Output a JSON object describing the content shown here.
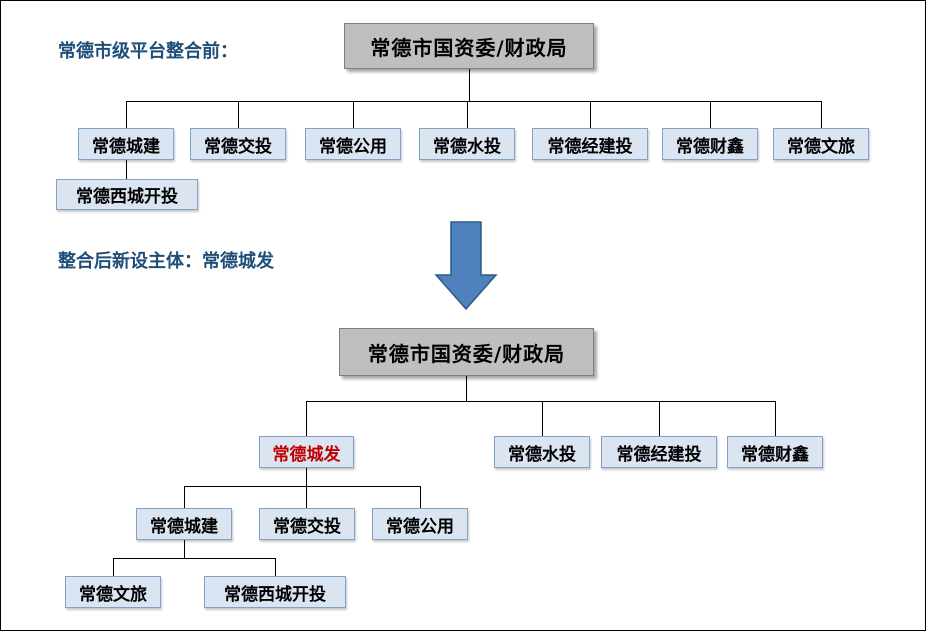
{
  "labels": {
    "before": "常德市级平台整合前：",
    "after": "整合后新设主体：常德城发"
  },
  "before": {
    "root": "常德市国资委/财政局",
    "children": [
      "常德城建",
      "常德交投",
      "常德公用",
      "常德水投",
      "常德经建投",
      "常德财鑫",
      "常德文旅"
    ],
    "grandchild": "常德西城开投"
  },
  "after": {
    "root": "常德市国资委/财政局",
    "level1": [
      "常德城发",
      "常德水投",
      "常德经建投",
      "常德财鑫"
    ],
    "level2": [
      "常德城建",
      "常德交投",
      "常德公用"
    ],
    "level3": [
      "常德文旅",
      "常德西城开投"
    ]
  },
  "colors": {
    "root-bg": "#BFBFBF",
    "child-bg": "#DBE5F1",
    "child-border": "#84A1C3",
    "label-blue": "#1F4E79",
    "highlight-red": "#C00000",
    "arrow-fill": "#4F81BD",
    "arrow-stroke": "#2E5A88",
    "line": "#000000"
  }
}
